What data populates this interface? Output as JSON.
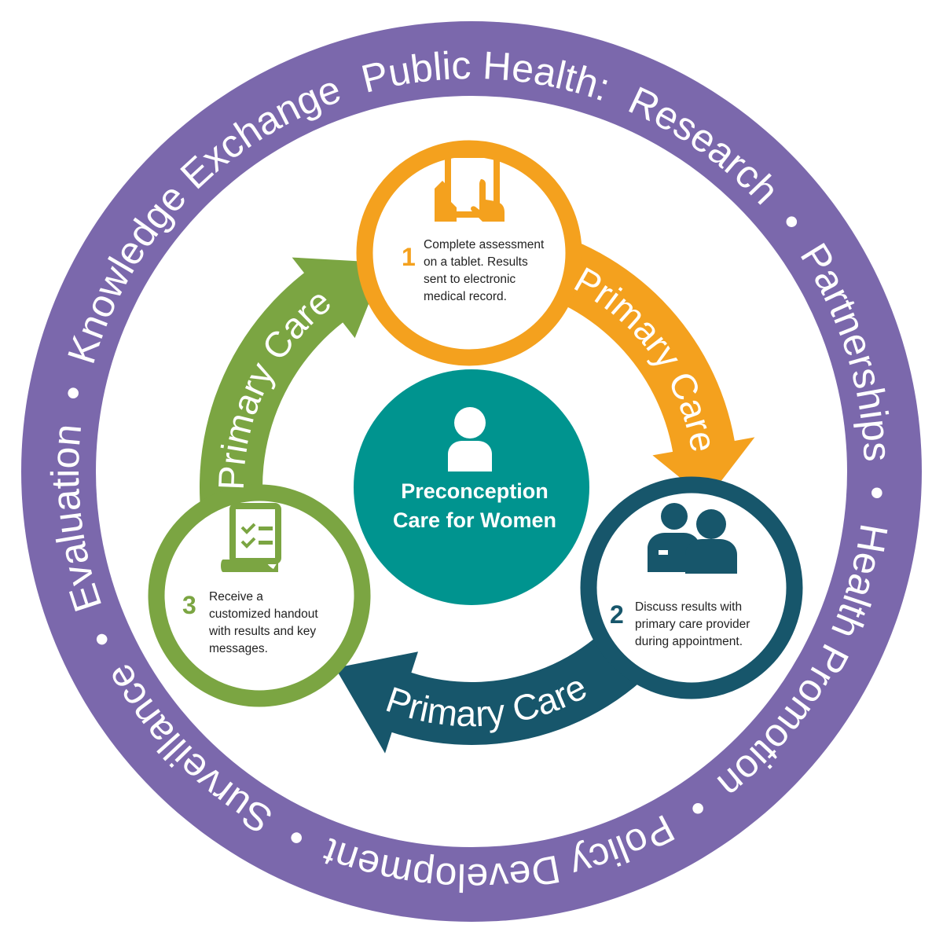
{
  "colors": {
    "ring": "#7b68ac",
    "step1": "#f4a11e",
    "step2": "#17566b",
    "step3": "#7ba542",
    "center": "#00948f"
  },
  "ring": {
    "title": "Public Health:",
    "separator": "•",
    "items": [
      "Research",
      "Partnerships",
      "Health Promotion",
      "Policy Development",
      "Surveillance",
      "Evaluation",
      "Knowledge Exchange"
    ]
  },
  "center": {
    "icon": "person-icon",
    "lines": [
      "Preconception",
      "Care for Women"
    ]
  },
  "arrows": [
    {
      "label": "Primary Care",
      "color_key": "step1"
    },
    {
      "label": "Primary Care",
      "color_key": "step2"
    },
    {
      "label": "Primary Care",
      "color_key": "step3"
    }
  ],
  "steps": [
    {
      "number": "1",
      "icon": "tablet-touch-icon",
      "lines": [
        "Complete assessment",
        "on a tablet. Results",
        "sent to electronic",
        "medical record."
      ]
    },
    {
      "number": "2",
      "icon": "provider-patient-icon",
      "lines": [
        "Discuss results with",
        "primary care provider",
        "during appointment."
      ]
    },
    {
      "number": "3",
      "icon": "checklist-handout-icon",
      "lines": [
        "Receive a",
        "customized handout",
        "with results and key",
        "messages."
      ]
    }
  ]
}
